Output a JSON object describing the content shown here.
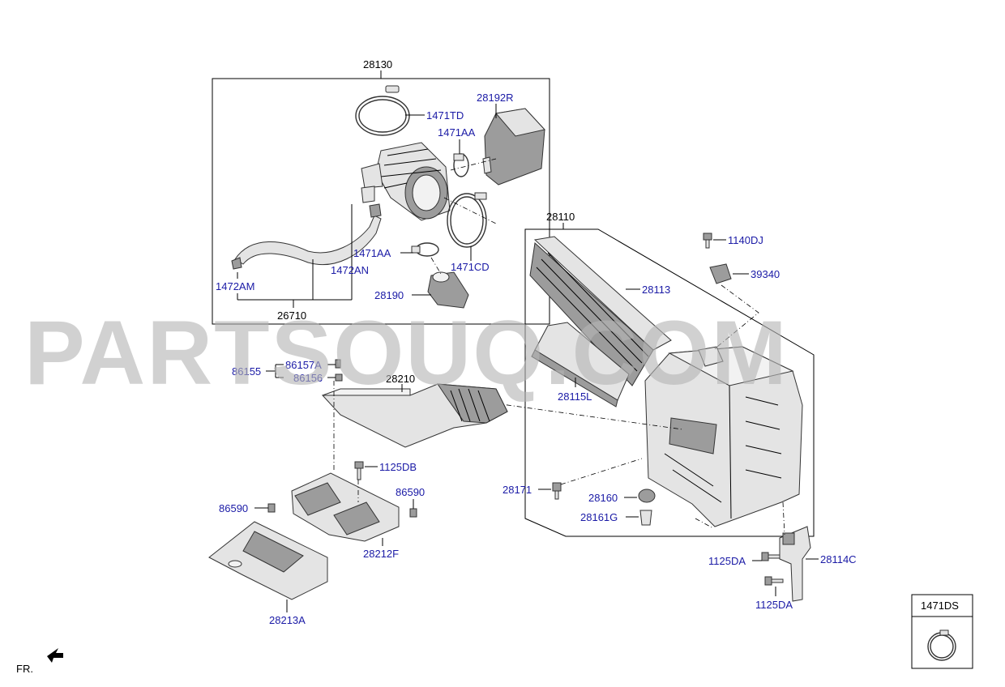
{
  "diagram": {
    "watermark": "PARTSOUQ.COM",
    "direction_label": "FR.",
    "labels": {
      "p28130": "28130",
      "p1471TD": "1471TD",
      "p28192R": "28192R",
      "p1471AA_a": "1471AA",
      "p1471AA_b": "1471AA",
      "p1471CD": "1471CD",
      "p1472AN": "1472AN",
      "p1472AM": "1472AM",
      "p26710": "26710",
      "p28190": "28190",
      "p28110": "28110",
      "p1140DJ": "1140DJ",
      "p39340": "39340",
      "p28113": "28113",
      "p28115L": "28115L",
      "p86155": "86155",
      "p86157A": "86157A",
      "p86156": "86156",
      "p28210": "28210",
      "p1125DB": "1125DB",
      "p86590_a": "86590",
      "p86590_b": "86590",
      "p28212F": "28212F",
      "p28213A": "28213A",
      "p28171": "28171",
      "p28160": "28160",
      "p28161G": "28161G",
      "p1125DA_a": "1125DA",
      "p1125DA_b": "1125DA",
      "p28114C": "28114C",
      "p1471DS": "1471DS"
    }
  }
}
